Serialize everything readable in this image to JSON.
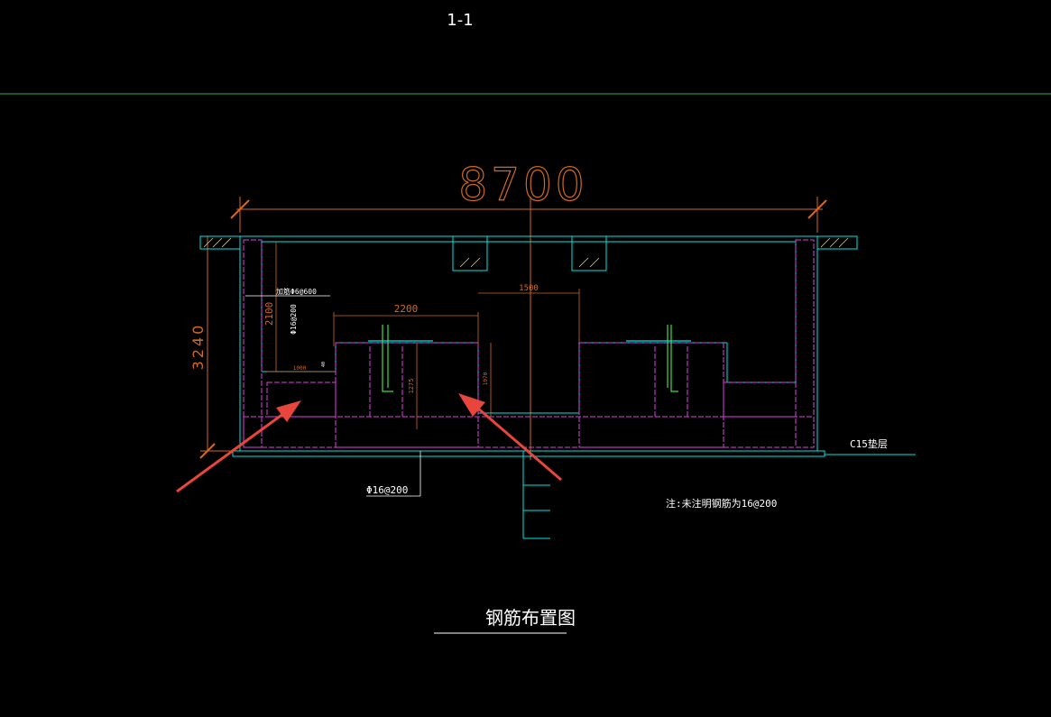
{
  "section_label": "1-1",
  "dimensions": {
    "overall_width": "8700",
    "height": "3240",
    "inner_width_2200": "2200",
    "sump_width": "1500",
    "height_2100": "2100",
    "small_1000": "1000",
    "pit_height_1275": "1275",
    "pit_height_1070": "1070",
    "tiny_label": "40"
  },
  "annotations": {
    "rebar_phi8_600": "加筋Φ6@600",
    "rebar_phi16_200_wall": "Φ16@200",
    "rebar_phi16_200_base": "Φ16@200",
    "note_unmarked": "注:未注明钢筋为16@200",
    "c15_cushion": "C15垫层"
  },
  "title": "钢筋布置图",
  "colors": {
    "background": "#000000",
    "structure": "#00e5e5",
    "rebar": "#e040e0",
    "dimension": "#d2691e",
    "text": "#ffffff",
    "anchor": "#40e040",
    "ground_line": "#3fa83f",
    "arrow": "#e8453c",
    "hatch": "#e0e040"
  },
  "icons": [
    "red-arrow-left",
    "red-arrow-right"
  ]
}
